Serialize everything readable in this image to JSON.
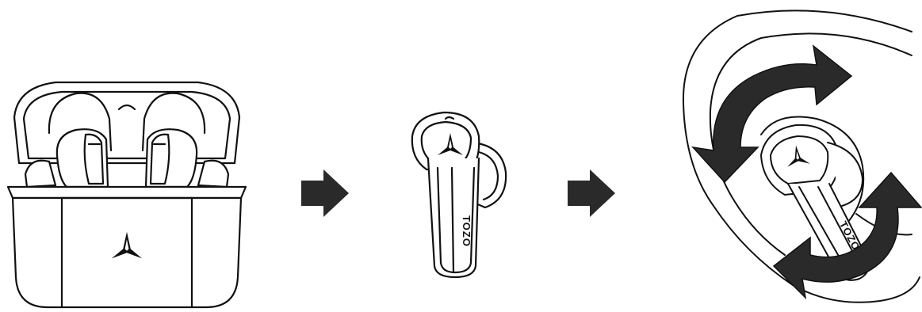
{
  "diagram": {
    "steps": [
      {
        "id": "remove-from-case",
        "icon": "charging-case-icon"
      },
      {
        "id": "earbud-orientation",
        "icon": "earbud-icon"
      },
      {
        "id": "insert-and-rotate",
        "icon": "ear-insert-icon"
      }
    ],
    "arrows": [
      "right-arrow-icon",
      "right-arrow-icon"
    ],
    "earbud_brand_text": "TOZO",
    "colors": {
      "line": "#111111",
      "fill": "#ffffff",
      "arrow": "#2a2a2a"
    }
  }
}
